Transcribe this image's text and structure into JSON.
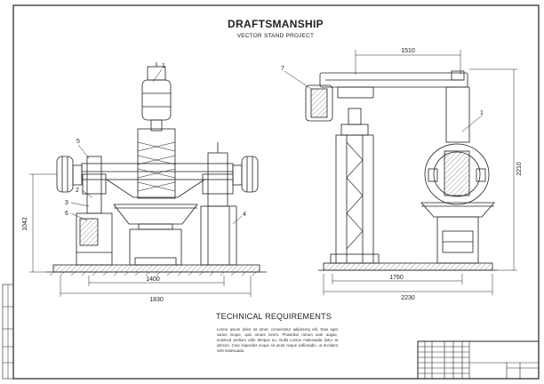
{
  "header": {
    "title": "DRAFTSMANSHIP",
    "subtitle": "VECTOR STAND PROJECT"
  },
  "requirements": {
    "title": "TECHNICAL REQUIREMENTS",
    "text": "Lorem ipsum dolor sit amet, consectetur adipiscing elit. Duis eget varius neque, quis ornare lorem. Phasellus rutrum ante augue, euismod pretium odio tempus eu. Nulla cursus malesuada dolor at ultrices. Cras imperdiet neque sit amet neque sollicitudin, ut tincidunt velit malesuada."
  },
  "front_view": {
    "dim_width_inner": "1400",
    "dim_width_outer": "1830",
    "dim_height": "1042",
    "callouts": [
      "5",
      "1",
      "2",
      "3",
      "6",
      "4"
    ]
  },
  "side_view": {
    "dim_top": "1510",
    "dim_height": "2210",
    "dim_width_inner": "1760",
    "dim_width_outer": "2230",
    "callouts": [
      "7",
      "1"
    ]
  },
  "colors": {
    "line": "#222222",
    "hatch": "#555555",
    "paper": "#ffffff"
  }
}
